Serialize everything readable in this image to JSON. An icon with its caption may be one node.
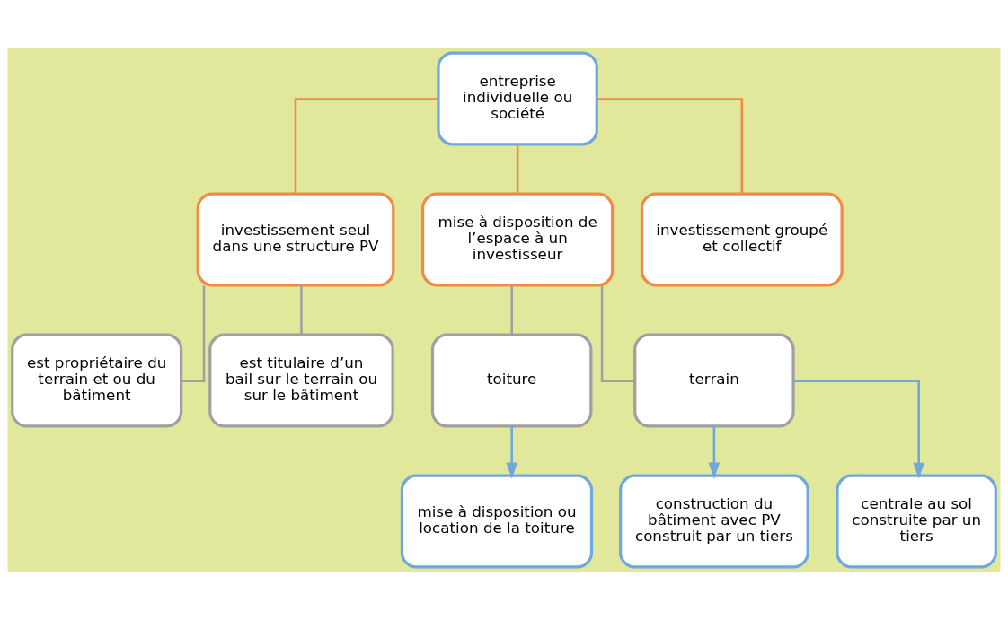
{
  "diagram": {
    "nodes": [
      {
        "text": [
          "entreprise individuelle ou société"
        ]
      },
      {
        "text": [
          "investissement seul dans une structure PV"
        ]
      },
      {
        "text": [
          "mise à disposition de l’espace à un investisseur"
        ]
      },
      {
        "text": [
          "investissement groupé et collectif"
        ]
      },
      {
        "text": [
          "est propriétaire du terrain et ou du bâtiment"
        ]
      },
      {
        "text": [
          "est titulaire d’un bail sur le terrain ou sur le bâtiment"
        ]
      },
      {
        "text": [
          "toiture"
        ]
      },
      {
        "text": [
          "terrain"
        ]
      },
      {
        "text": [
          "mise à disposition ou location de la toiture"
        ]
      },
      {
        "text": [
          "construction du bâtiment avec PV construit par un tiers"
        ]
      },
      {
        "text": [
          "centrale au sol construite par un tiers"
        ]
      }
    ],
    "edges": [
      {
        "from": 0,
        "to": 1,
        "arrow": "none",
        "color": "#ee8c45"
      },
      {
        "from": 0,
        "to": 2,
        "arrow": "none",
        "color": "#ee8c45"
      },
      {
        "from": 0,
        "to": 3,
        "arrow": "none",
        "color": "#ee8c45"
      },
      {
        "from": 1,
        "to": 4,
        "arrow": "none"
      },
      {
        "from": 1,
        "to": 5,
        "arrow": "none"
      },
      {
        "from": 2,
        "to": 6,
        "arrow": "none"
      },
      {
        "from": 2,
        "to": 7,
        "arrow": "none"
      },
      {
        "from": 6,
        "to": 8,
        "arrow": "to",
        "color": "#6fa8dc"
      },
      {
        "from": 7,
        "to": 9,
        "arrow": "to",
        "color": "#6fa8dc"
      },
      {
        "from": 7,
        "to": 10,
        "arrow": "to",
        "color": "#6fa8dc"
      }
    ]
  }
}
